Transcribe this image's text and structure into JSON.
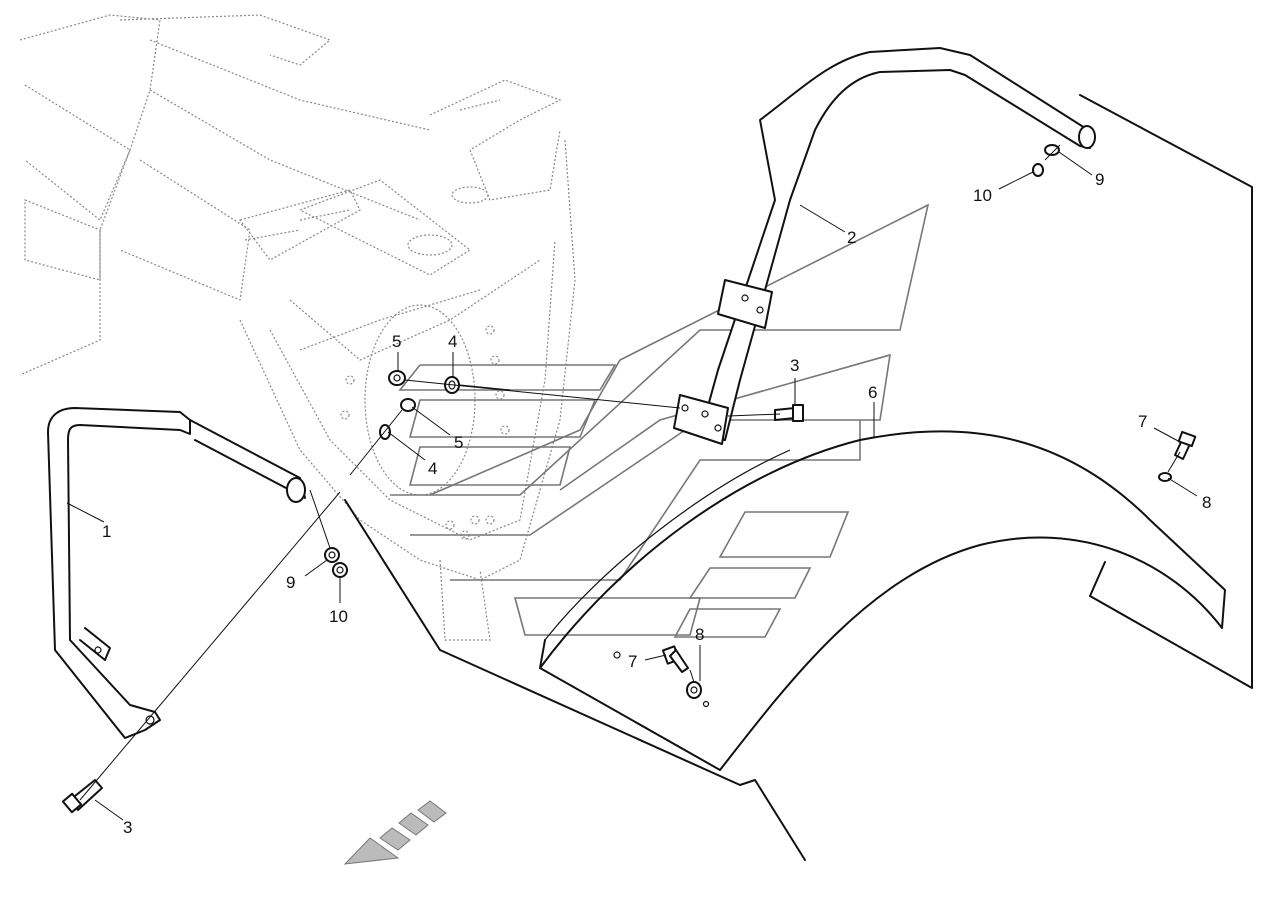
{
  "callouts": {
    "c1": "1",
    "c2": "2",
    "c3a": "3",
    "c3b": "3",
    "c4a": "4",
    "c4b": "4",
    "c5a": "5",
    "c5b": "5",
    "c6": "6",
    "c7a": "7",
    "c7b": "7",
    "c8a": "8",
    "c8b": "8",
    "c9a": "9",
    "c9b": "9",
    "c10a": "10",
    "c10b": "10"
  },
  "icons": {
    "direction_arrow": "direction-arrow-icon"
  },
  "colors": {
    "line": "#111111",
    "frame": "#888888",
    "decal": "#777777",
    "arrow": "#999999"
  }
}
